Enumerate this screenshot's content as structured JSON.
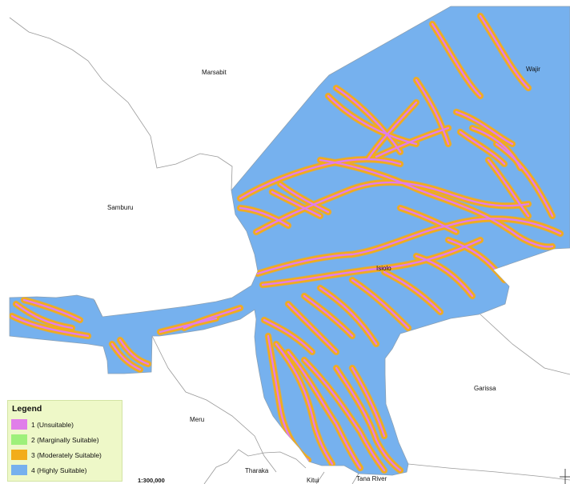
{
  "map": {
    "colors": {
      "unsuitable": "#e07ee9",
      "marginal": "#9ef07a",
      "moderate": "#f2ad1a",
      "high": "#76b1ee",
      "boundary": "#9a9a9a"
    }
  },
  "places": {
    "marsabit": "Marsabit",
    "wajir": "Wajir",
    "samburu": "Samburu",
    "isiolo": "Isiolo",
    "garissa": "Garissa",
    "meru": "Meru",
    "tharaka": "Tharaka",
    "kitui": "Kitui",
    "tana_river": "Tana River"
  },
  "legend": {
    "title": "Legend",
    "items": [
      {
        "label": "1 (Unsuitable)",
        "color": "#e07ee9"
      },
      {
        "label": "2 (Marginally Suitable)",
        "color": "#9ef07a"
      },
      {
        "label": "3 (Moderately Suitable)",
        "color": "#f2ad1a"
      },
      {
        "label": "4 (Highly Suitable)",
        "color": "#76b1ee"
      }
    ]
  },
  "scale": "1:300,000",
  "north_arrow_icon": "north-arrow-icon"
}
